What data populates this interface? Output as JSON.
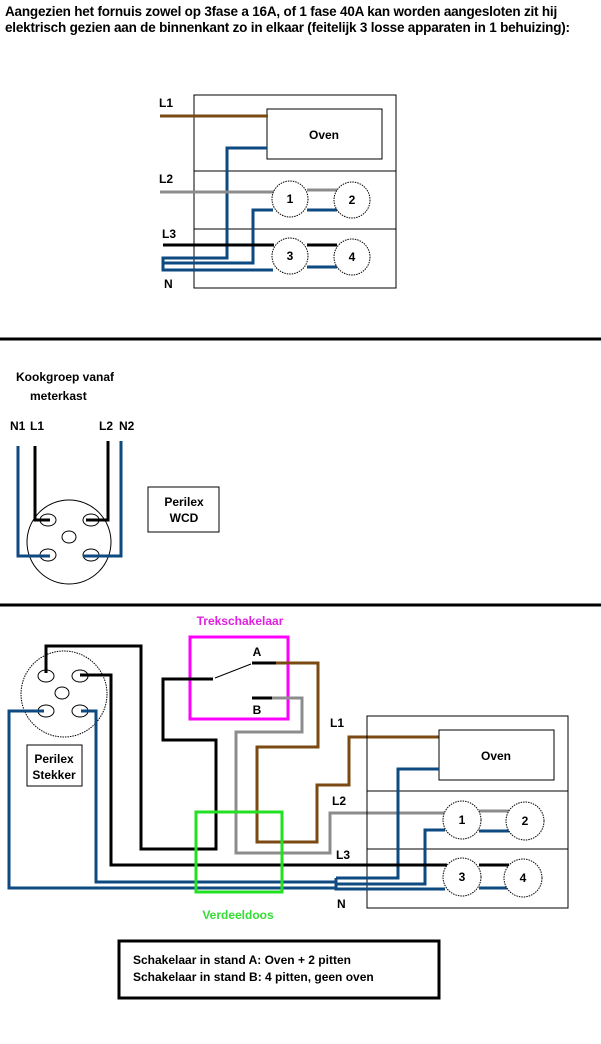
{
  "intro_text": "Aangezien het fornuis zowel op 3fase a 16A, of 1 fase 40A kan worden aangesloten zit hij elektrisch gezien aan de binnenkant zo in elkaar (feitelijk 3 losse apparaten in 1 behuizing):",
  "colors": {
    "l1_wire": "#7a4a12",
    "l2_wire": "#8c8c8c",
    "l3_wire": "#000000",
    "neutral_wire": "#0e4a82",
    "switch_box": "#ff00ff",
    "junction_box": "#22e022"
  },
  "diagram1": {
    "labels": {
      "l1": "L1",
      "l2": "L2",
      "l3": "L3",
      "n": "N"
    },
    "oven_label": "Oven",
    "burners": [
      "1",
      "2",
      "3",
      "4"
    ]
  },
  "diagram2": {
    "title_line1": "Kookgroep vanaf",
    "title_line2": "meterkast",
    "wire_labels": {
      "n1": "N1",
      "l1": "L1",
      "l2": "L2",
      "n2": "N2"
    },
    "socket_label_line1": "Perilex",
    "socket_label_line2": "WCD"
  },
  "diagram3": {
    "switch_title": "Trekschakelaar",
    "switch_positions": {
      "a": "A",
      "b": "B"
    },
    "plug_label_line1": "Perilex",
    "plug_label_line2": "Stekker",
    "junction_label": "Verdeeldoos",
    "labels": {
      "l1": "L1",
      "l2": "L2",
      "l3": "L3",
      "n": "N"
    },
    "oven_label": "Oven",
    "burners": [
      "1",
      "2",
      "3",
      "4"
    ],
    "legend_line1": "Schakelaar in stand A: Oven + 2 pitten",
    "legend_line2": "Schakelaar in stand B: 4 pitten, geen oven"
  }
}
